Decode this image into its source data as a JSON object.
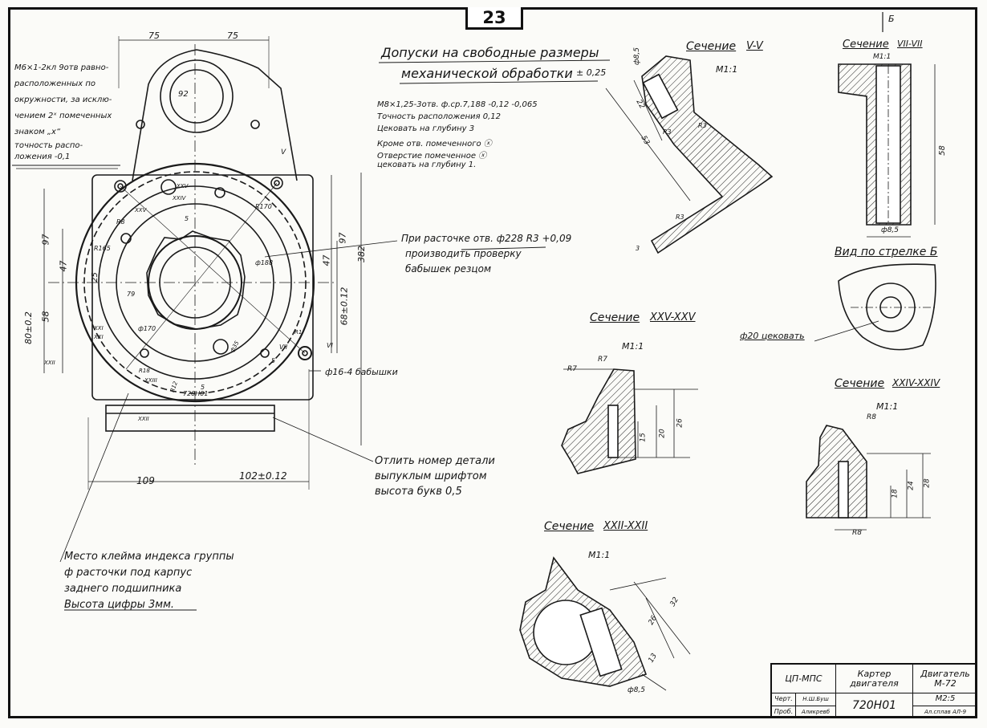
{
  "page_number": "23",
  "main_view": {
    "dims_top": [
      "75",
      "75"
    ],
    "dim_92": "92",
    "dims_left": [
      "97",
      "47",
      "25",
      "58",
      "80±0.2"
    ],
    "dims_right": [
      "97",
      "382",
      "47",
      "68±0.12"
    ],
    "dims_bottom": [
      "109",
      "102±0.12"
    ],
    "labels_inside": [
      "R170",
      "R165",
      "R8",
      "ф188",
      "ф170",
      "79",
      "5",
      "5",
      "5",
      "XXIV",
      "XXV",
      "XXII",
      "XXI",
      "XXIII",
      "XXV",
      "720Н01",
      "R12",
      "R18",
      "ф35",
      "R1",
      "V",
      "VII",
      "VI",
      "XXII",
      "XXI"
    ],
    "note_left": [
      "М6×1-2кл 9отв равно-",
      "расположенных по",
      "окружности, за исклю-",
      "чением 2ˣ помеченных",
      "знаком „x“",
      "точность распо-",
      "ложения -0,1"
    ],
    "note_boss": "ф16-4 бабышки"
  },
  "tolerance_note": {
    "title_line1": "Допуски на свободные размеры",
    "title_line2": "механической обработки",
    "title_value": "± 0,25",
    "lines": [
      "М8×1,25-3отв. ф.ср.7,188 -0,12 -0,065",
      "Точность расположения 0,12",
      "Цековать на глубину 3",
      "Кроме отв. помеченного ⓧ",
      "Отверстие помеченное ⓧ",
      "цековать на глубину 1."
    ]
  },
  "boring_note": [
    "При расточке отв. ф228 R3 +0,09",
    "производить проверку",
    "бабышек резцом"
  ],
  "casting_note": [
    "Отлить номер детали",
    "выпуклым шрифтом",
    "высота букв 0,5"
  ],
  "stamp_note": [
    "Место клейма индекса группы",
    "ф расточки под карпус",
    "заднего подшипника",
    "Высота цифры 3мм."
  ],
  "section_v": {
    "title": "Сечение",
    "mark": "V-V",
    "scale": "М1:1",
    "dims": [
      "ф8,5",
      "22",
      "53",
      "R3",
      "R3",
      "R3",
      "3"
    ]
  },
  "section_vii": {
    "title": "Сечение",
    "mark": "VII-VII",
    "scale": "М1:1",
    "dims": [
      "58",
      "ф8,5"
    ],
    "arrow": "Б"
  },
  "view_b": {
    "title": "Вид по стрелке Б",
    "note": "ф20 цековать"
  },
  "section_xxv": {
    "title": "Сечение",
    "mark": "XXV-XXV",
    "scale": "М1:1",
    "dims": [
      "R7",
      "R7",
      "15",
      "20",
      "26"
    ]
  },
  "section_xxiv": {
    "title": "Сечение",
    "mark": "XXIV-XXIV",
    "scale": "М1:1",
    "dims": [
      "R8",
      "18",
      "24",
      "28",
      "R8"
    ]
  },
  "section_xxii": {
    "title": "Сечение",
    "mark": "XXII-XXII",
    "scale": "М1:1",
    "dims": [
      "32",
      "26",
      "13",
      "ф8,5"
    ]
  },
  "title_block": {
    "org": "ЦП-МПС",
    "part_name": "Картер двигателя",
    "product": "Двигатель М-72",
    "row_drawn_label": "Черт.",
    "row_drawn_name": "Н.Ш.Буш",
    "row_checked_label": "Проб.",
    "row_checked_name": "Аликревб",
    "drawing_number": "720Н01",
    "sheet_code": "М2:5",
    "material": "Ал.сплав АЛ-9"
  }
}
